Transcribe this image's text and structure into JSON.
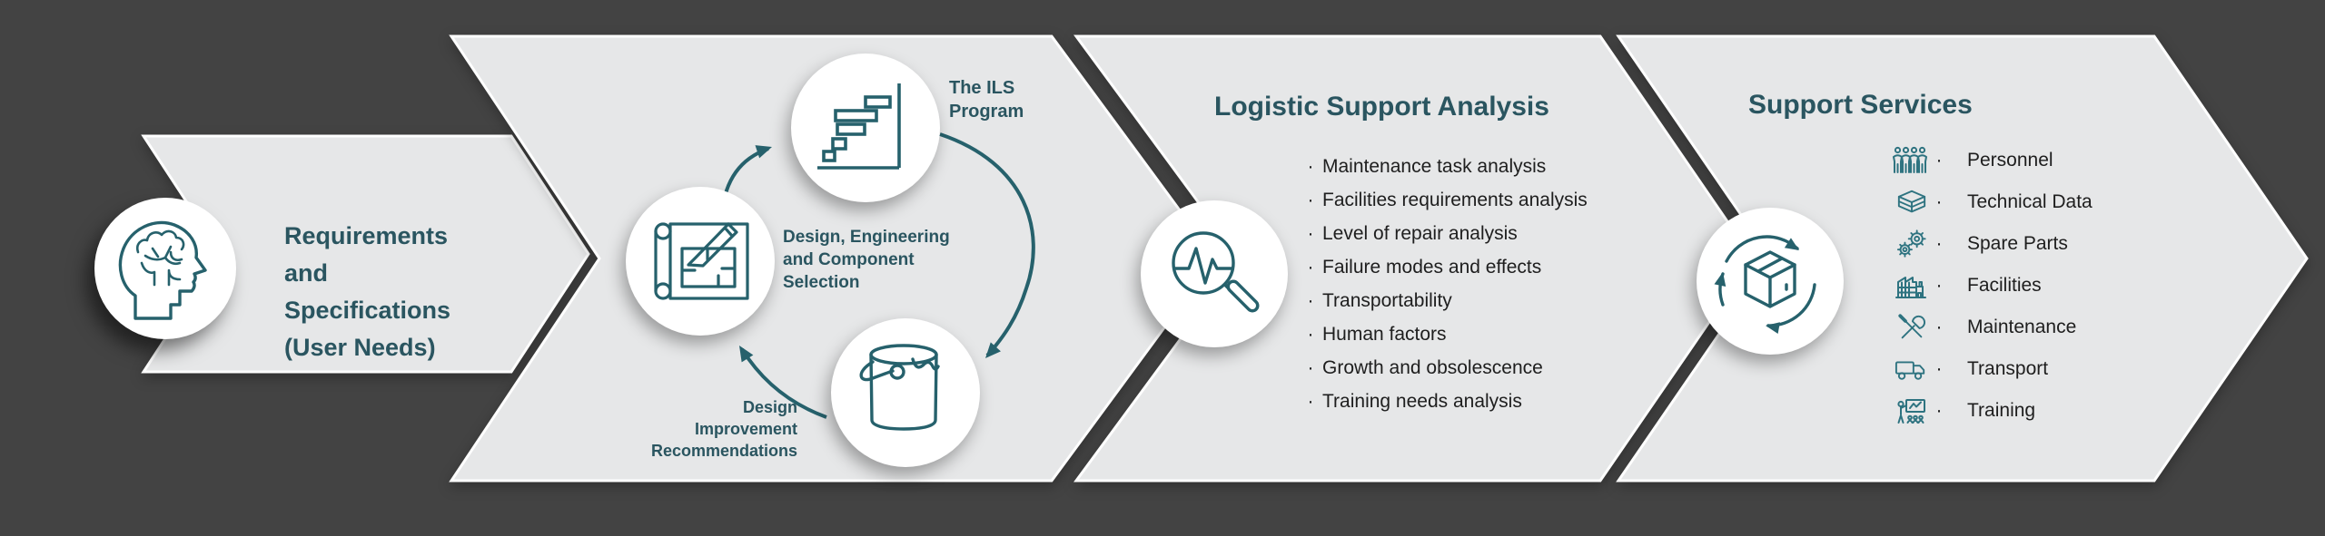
{
  "colors": {
    "background": "#434343",
    "chevron_fill": "#e6e7e8",
    "chevron_border": "#ffffff",
    "teal_text": "#2a5560",
    "teal_icon": "#26616c",
    "teal_small_icon": "#2e7380",
    "list_text": "#1e1e1e",
    "circle_fill": "#ffffff"
  },
  "bullet": "·",
  "step1": {
    "icon": "head-brain-icon",
    "lines": [
      "Requirements",
      "and",
      "Specifications",
      "(User Needs)"
    ]
  },
  "step2": {
    "program_icon": "gantt-chart-icon",
    "design_icon": "blueprint-pencil-icon",
    "improvement_icon": "paint-bucket-icon",
    "program_lines": [
      "The ILS",
      "Program"
    ],
    "design_lines": [
      "Design, Engineering",
      "and Component",
      "Selection"
    ],
    "improvement_lines": [
      "Design",
      "Improvement",
      "Recommendations"
    ]
  },
  "step3": {
    "title": "Logistic Support Analysis",
    "icon": "magnifier-pulse-icon",
    "items": [
      "Maintenance task analysis",
      "Facilities requirements analysis",
      "Level of repair analysis",
      "Failure modes and effects",
      "Transportability",
      "Human factors",
      "Growth and obsolescence",
      "Training needs analysis"
    ]
  },
  "step4": {
    "title": "Support Services",
    "icon": "package-cycle-icon",
    "items": [
      {
        "icon": "personnel-icon",
        "label": "Personnel"
      },
      {
        "icon": "technical-data-icon",
        "label": "Technical Data"
      },
      {
        "icon": "spare-parts-icon",
        "label": "Spare Parts"
      },
      {
        "icon": "facilities-icon",
        "label": "Facilities"
      },
      {
        "icon": "maintenance-icon",
        "label": "Maintenance"
      },
      {
        "icon": "transport-icon",
        "label": "Transport"
      },
      {
        "icon": "training-icon",
        "label": "Training"
      }
    ]
  }
}
